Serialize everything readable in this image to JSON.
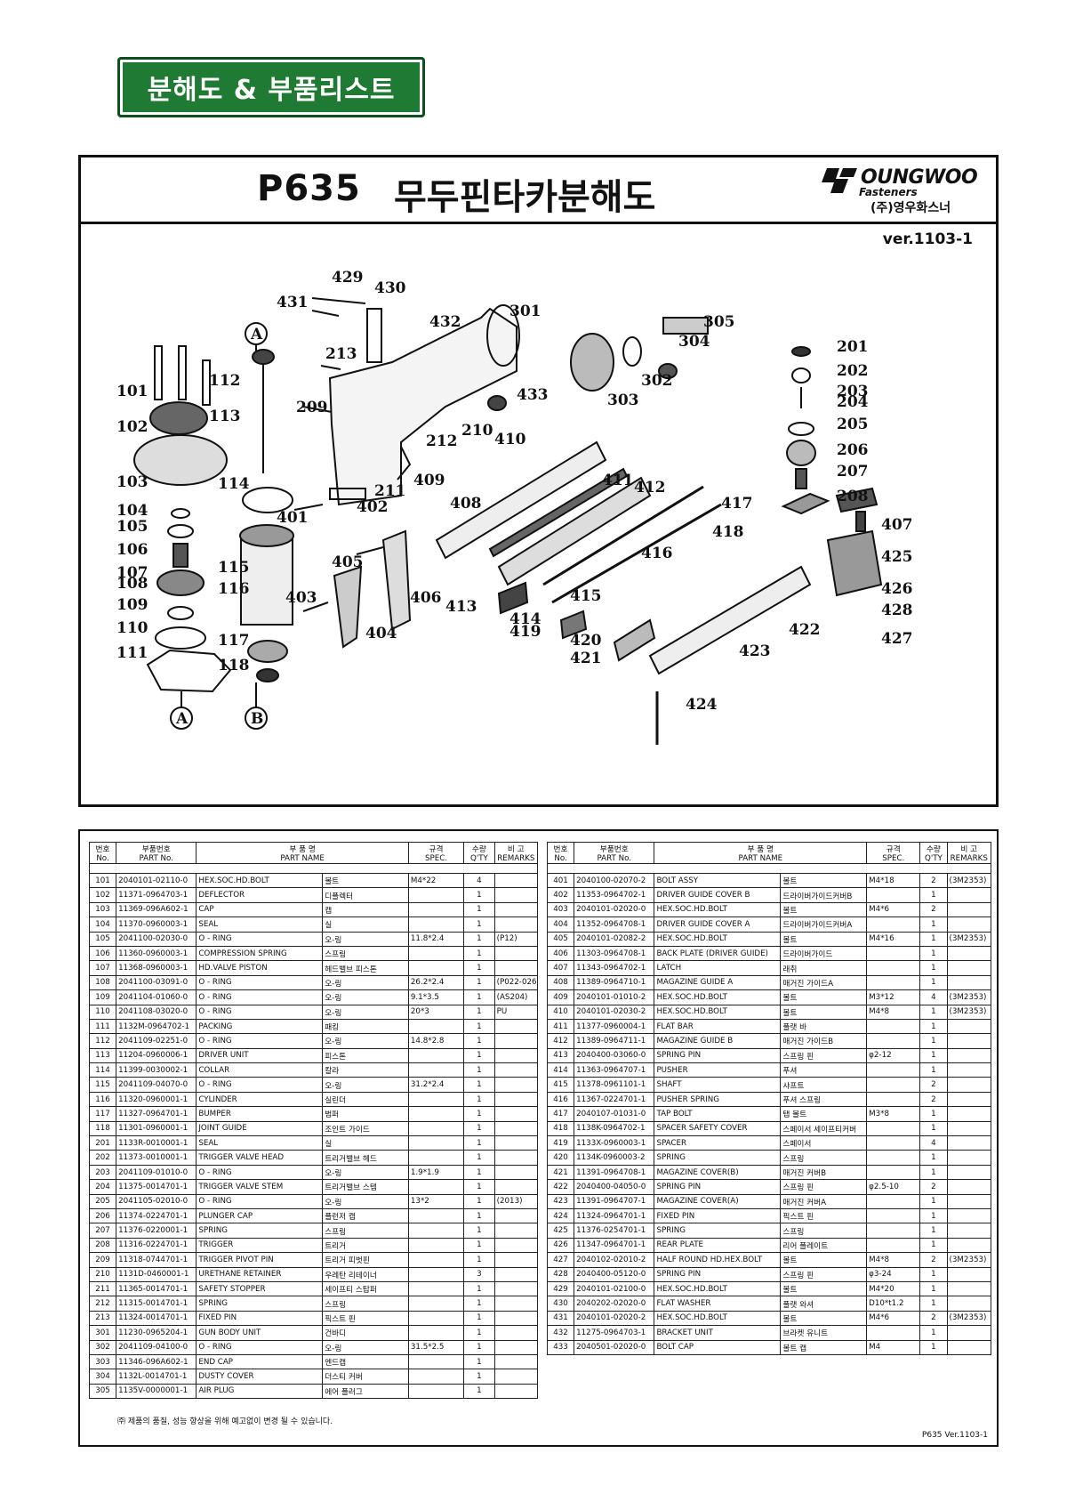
{
  "badge": "분해도 & 부품리스트",
  "header": {
    "model": "P635",
    "title": "무두핀타카분해도",
    "brand": "OUNGWOO",
    "brand_sub": "Fasteners",
    "company": "(주)영우화스너",
    "version": "ver.1103-1"
  },
  "callouts": [
    "429",
    "430",
    "431",
    "432",
    "301",
    "305",
    "304",
    "302",
    "303",
    "213",
    "209",
    "212",
    "210",
    "433",
    "410",
    "201",
    "202",
    "203",
    "204",
    "205",
    "206",
    "207",
    "208",
    "101",
    "102",
    "103",
    "104",
    "105",
    "106",
    "107",
    "108",
    "109",
    "110",
    "111",
    "112",
    "113",
    "114",
    "115",
    "116",
    "117",
    "118",
    "211",
    "409",
    "408",
    "401",
    "402",
    "405",
    "406",
    "403",
    "404",
    "411",
    "412",
    "416",
    "417",
    "418",
    "413",
    "414",
    "415",
    "419",
    "420",
    "421",
    "422",
    "423",
    "424",
    "407",
    "425",
    "426",
    "428",
    "427",
    "A",
    "A",
    "B"
  ],
  "columns": {
    "no_ko": "번호",
    "no_en": "No.",
    "part_no_ko": "부품번호",
    "part_no_en": "PART No.",
    "name_ko": "부 품 명",
    "name_en": "PART NAME",
    "spec_ko": "규격",
    "spec_en": "SPEC.",
    "qty_ko": "수량",
    "qty_en": "Q'TY",
    "remarks_ko": "비 고",
    "remarks_en": "REMARKS"
  },
  "parts_left": [
    [
      "101",
      "2040101-02110-0",
      "HEX.SOC.HD.BOLT",
      "볼트",
      "M4*22",
      "4",
      ""
    ],
    [
      "102",
      "11371-0964703-1",
      "DEFLECTOR",
      "디플렉터",
      "",
      "1",
      ""
    ],
    [
      "103",
      "11369-096A602-1",
      "CAP",
      "캡",
      "",
      "1",
      ""
    ],
    [
      "104",
      "11370-0960003-1",
      "SEAL",
      "실",
      "",
      "1",
      ""
    ],
    [
      "105",
      "2041100-02030-0",
      "O - RING",
      "오-링",
      "11.8*2.4",
      "1",
      "(P12)"
    ],
    [
      "106",
      "11360-0960003-1",
      "COMPRESSION SPRING",
      "스프링",
      "",
      "1",
      ""
    ],
    [
      "107",
      "11368-0960003-1",
      "HD.VALVE PISTON",
      "헤드밸브 피스톤",
      "",
      "1",
      ""
    ],
    [
      "108",
      "2041100-03091-0",
      "O - RING",
      "오-링",
      "26.2*2.4",
      "1",
      "(P022-026)"
    ],
    [
      "109",
      "2041104-01060-0",
      "O - RING",
      "오-링",
      "9.1*3.5",
      "1",
      "(AS204)"
    ],
    [
      "110",
      "2041108-03020-0",
      "O - RING",
      "오-링",
      "20*3",
      "1",
      "PU"
    ],
    [
      "111",
      "1132M-0964702-1",
      "PACKING",
      "패킹",
      "",
      "1",
      ""
    ],
    [
      "112",
      "2041109-02251-0",
      "O - RING",
      "오-링",
      "14.8*2.8",
      "1",
      ""
    ],
    [
      "113",
      "11204-0960006-1",
      "DRIVER UNIT",
      "피스톤",
      "",
      "1",
      ""
    ],
    [
      "114",
      "11399-0030002-1",
      "COLLAR",
      "칼라",
      "",
      "1",
      ""
    ],
    [
      "115",
      "2041109-04070-0",
      "O - RING",
      "오-링",
      "31.2*2.4",
      "1",
      ""
    ],
    [
      "116",
      "11320-0960001-1",
      "CYLINDER",
      "실린더",
      "",
      "1",
      ""
    ],
    [
      "117",
      "11327-0964701-1",
      "BUMPER",
      "범퍼",
      "",
      "1",
      ""
    ],
    [
      "118",
      "11301-0960001-1",
      "JOINT GUIDE",
      "조인트 가이드",
      "",
      "1",
      ""
    ],
    [
      "201",
      "1133R-0010001-1",
      "SEAL",
      "실",
      "",
      "1",
      ""
    ],
    [
      "202",
      "11373-0010001-1",
      "TRIGGER VALVE HEAD",
      "트리거밸브 헤드",
      "",
      "1",
      ""
    ],
    [
      "203",
      "2041109-01010-0",
      "O - RING",
      "오-링",
      "1.9*1.9",
      "1",
      ""
    ],
    [
      "204",
      "11375-0014701-1",
      "TRIGGER VALVE STEM",
      "트리거밸브 스템",
      "",
      "1",
      ""
    ],
    [
      "205",
      "2041105-02010-0",
      "O - RING",
      "오-링",
      "13*2",
      "1",
      "(2013)"
    ],
    [
      "206",
      "11374-0224701-1",
      "PLUNGER CAP",
      "플런저 캡",
      "",
      "1",
      ""
    ],
    [
      "207",
      "11376-0220001-1",
      "SPRING",
      "스프링",
      "",
      "1",
      ""
    ],
    [
      "208",
      "11316-0224701-1",
      "TRIGGER",
      "트리거",
      "",
      "1",
      ""
    ],
    [
      "209",
      "11318-0744701-1",
      "TRIGGER PIVOT PIN",
      "트리거 피벗핀",
      "",
      "1",
      ""
    ],
    [
      "210",
      "1131D-0460001-1",
      "URETHANE RETAINER",
      "우레탄 리테이너",
      "",
      "3",
      ""
    ],
    [
      "211",
      "11365-0014701-1",
      "SAFETY STOPPER",
      "세이프티 스탑퍼",
      "",
      "1",
      ""
    ],
    [
      "212",
      "11315-0014701-1",
      "SPRING",
      "스프링",
      "",
      "1",
      ""
    ],
    [
      "213",
      "11324-0014701-1",
      "FIXED PIN",
      "픽스트 핀",
      "",
      "1",
      ""
    ],
    [
      "301",
      "11230-0965204-1",
      "GUN BODY UNIT",
      "건바디",
      "",
      "1",
      ""
    ],
    [
      "302",
      "2041109-04100-0",
      "O - RING",
      "오-링",
      "31.5*2.5",
      "1",
      ""
    ],
    [
      "303",
      "11346-096A602-1",
      "END CAP",
      "엔드캡",
      "",
      "1",
      ""
    ],
    [
      "304",
      "1132L-0014701-1",
      "DUSTY COVER",
      "더스티 커버",
      "",
      "1",
      ""
    ],
    [
      "305",
      "1135V-0000001-1",
      "AIR PLUG",
      "에어 플러그",
      "",
      "1",
      ""
    ]
  ],
  "parts_right": [
    [
      "401",
      "2040100-02070-2",
      "BOLT ASSY",
      "볼트",
      "M4*18",
      "2",
      "(3M2353)"
    ],
    [
      "402",
      "11353-0964702-1",
      "DRIVER GUIDE COVER B",
      "드라이버가이드커버B",
      "",
      "1",
      ""
    ],
    [
      "403",
      "2040101-02020-0",
      "HEX.SOC.HD.BOLT",
      "볼트",
      "M4*6",
      "2",
      ""
    ],
    [
      "404",
      "11352-0964708-1",
      "DRIVER GUIDE COVER A",
      "드라이버가이드커버A",
      "",
      "1",
      ""
    ],
    [
      "405",
      "2040101-02082-2",
      "HEX.SOC.HD.BOLT",
      "볼트",
      "M4*16",
      "1",
      "(3M2353)"
    ],
    [
      "406",
      "11303-0964708-1",
      "BACK PLATE (DRIVER GUIDE)",
      "드라이버가이드",
      "",
      "1",
      ""
    ],
    [
      "407",
      "11343-0964702-1",
      "LATCH",
      "래취",
      "",
      "1",
      ""
    ],
    [
      "408",
      "11389-0964710-1",
      "MAGAZINE GUIDE A",
      "매거진 가이드A",
      "",
      "1",
      ""
    ],
    [
      "409",
      "2040101-01010-2",
      "HEX.SOC.HD.BOLT",
      "볼트",
      "M3*12",
      "4",
      "(3M2353)"
    ],
    [
      "410",
      "2040101-02030-2",
      "HEX.SOC.HD.BOLT",
      "볼트",
      "M4*8",
      "1",
      "(3M2353)"
    ],
    [
      "411",
      "11377-0960004-1",
      "FLAT BAR",
      "플랫 바",
      "",
      "1",
      ""
    ],
    [
      "412",
      "11389-0964711-1",
      "MAGAZINE GUIDE B",
      "매거진 가이드B",
      "",
      "1",
      ""
    ],
    [
      "413",
      "2040400-03060-0",
      "SPRING PIN",
      "스프링 핀",
      "φ2-12",
      "1",
      ""
    ],
    [
      "414",
      "11363-0964707-1",
      "PUSHER",
      "푸셔",
      "",
      "1",
      ""
    ],
    [
      "415",
      "11378-0961101-1",
      "SHAFT",
      "샤프트",
      "",
      "2",
      ""
    ],
    [
      "416",
      "11367-0224701-1",
      "PUSHER SPRING",
      "푸셔 스프링",
      "",
      "2",
      ""
    ],
    [
      "417",
      "2040107-01031-0",
      "TAP BOLT",
      "탭 볼트",
      "M3*8",
      "1",
      ""
    ],
    [
      "418",
      "1138K-0964702-1",
      "SPACER SAFETY COVER",
      "스페이서 세이프티커버",
      "",
      "1",
      ""
    ],
    [
      "419",
      "1133X-0960003-1",
      "SPACER",
      "스페이서",
      "",
      "4",
      ""
    ],
    [
      "420",
      "1134K-0960003-2",
      "SPRING",
      "스프링",
      "",
      "1",
      ""
    ],
    [
      "421",
      "11391-0964708-1",
      "MAGAZINE COVER(B)",
      "매거진 커버B",
      "",
      "1",
      ""
    ],
    [
      "422",
      "2040400-04050-0",
      "SPRING PIN",
      "스프링 핀",
      "φ2.5-10",
      "2",
      ""
    ],
    [
      "423",
      "11391-0964707-1",
      "MAGAZINE COVER(A)",
      "매거진 커버A",
      "",
      "1",
      ""
    ],
    [
      "424",
      "11324-0964701-1",
      "FIXED PIN",
      "픽스트 핀",
      "",
      "1",
      ""
    ],
    [
      "425",
      "11376-0254701-1",
      "SPRING",
      "스프링",
      "",
      "1",
      ""
    ],
    [
      "426",
      "11347-0964701-1",
      "REAR PLATE",
      "리어 플레이트",
      "",
      "1",
      ""
    ],
    [
      "427",
      "2040102-02010-2",
      "HALF ROUND HD.HEX.BOLT",
      "볼트",
      "M4*8",
      "2",
      "(3M2353)"
    ],
    [
      "428",
      "2040400-05120-0",
      "SPRING PIN",
      "스프링 핀",
      "φ3-24",
      "1",
      ""
    ],
    [
      "429",
      "2040101-02100-0",
      "HEX.SOC.HD.BOLT",
      "볼트",
      "M4*20",
      "1",
      ""
    ],
    [
      "430",
      "2040202-02020-0",
      "FLAT WASHER",
      "플랫 와셔",
      "D10*t1.2",
      "1",
      ""
    ],
    [
      "431",
      "2040101-02020-2",
      "HEX.SOC.HD.BOLT",
      "볼트",
      "M4*6",
      "2",
      "(3M2353)"
    ],
    [
      "432",
      "11275-0964703-1",
      "BRACKET UNIT",
      "브라켓 유니트",
      "",
      "1",
      ""
    ],
    [
      "433",
      "2040501-02020-0",
      "BOLT CAP",
      "볼트 캡",
      "M4",
      "1",
      ""
    ]
  ],
  "note": "㈜ 제품의 품질, 성능 향상을 위해 예고없이 변경 될 수 있습니다.",
  "footer": "P635 Ver.1103-1",
  "colors": {
    "badge_green": "#1f7a33",
    "badge_border": "#0e4f1f",
    "ink": "#111111"
  }
}
